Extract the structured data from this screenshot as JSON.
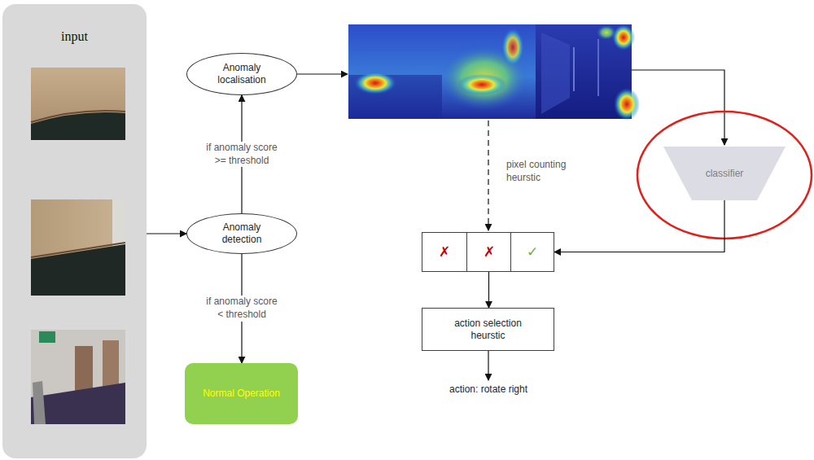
{
  "diagram": {
    "nodes": [
      {
        "text": [
          "input"
        ]
      },
      {
        "text": [
          "Anomaly localisation"
        ]
      },
      {
        "text": [
          "Anomaly detection"
        ]
      },
      {
        "text": [
          "Normal Operation"
        ]
      },
      {
        "text": [
          "classifier"
        ]
      },
      {
        "text": [
          "✗"
        ]
      },
      {
        "text": [
          "✗"
        ]
      },
      {
        "text": [
          "✓"
        ]
      },
      {
        "text": [
          "action selection heurstic"
        ]
      }
    ],
    "edges": [
      {
        "from": 0,
        "to": 2,
        "arrow": "to"
      },
      {
        "from": 2,
        "to": 1,
        "arrow": "to",
        "label": "if anomaly score >= threshold"
      },
      {
        "from": 2,
        "to": 3,
        "arrow": "to",
        "label": "if anomaly score < threshold"
      },
      {
        "from": 4,
        "to": 7,
        "arrow": "to"
      },
      {
        "from": 6,
        "to": 8,
        "arrow": "to"
      }
    ],
    "labels": [
      "pixel counting heurstic",
      "action: rotate right"
    ]
  }
}
